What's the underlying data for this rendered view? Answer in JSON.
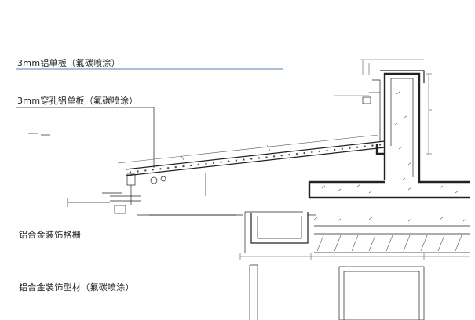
{
  "labels": {
    "panel_3mm": "3mm铝单板（氟碳喷涂）",
    "perforated_panel_3mm": "3mm穿孔铝单板（氟碳喷涂）",
    "alloy_grille": "铝合金装饰格栅",
    "alloy_profile": "铝合金装饰型材（氟碳喷涂）"
  },
  "colors": {
    "line": "#222222",
    "leader_blue": "#5b7fa8",
    "background": "#ffffff"
  }
}
